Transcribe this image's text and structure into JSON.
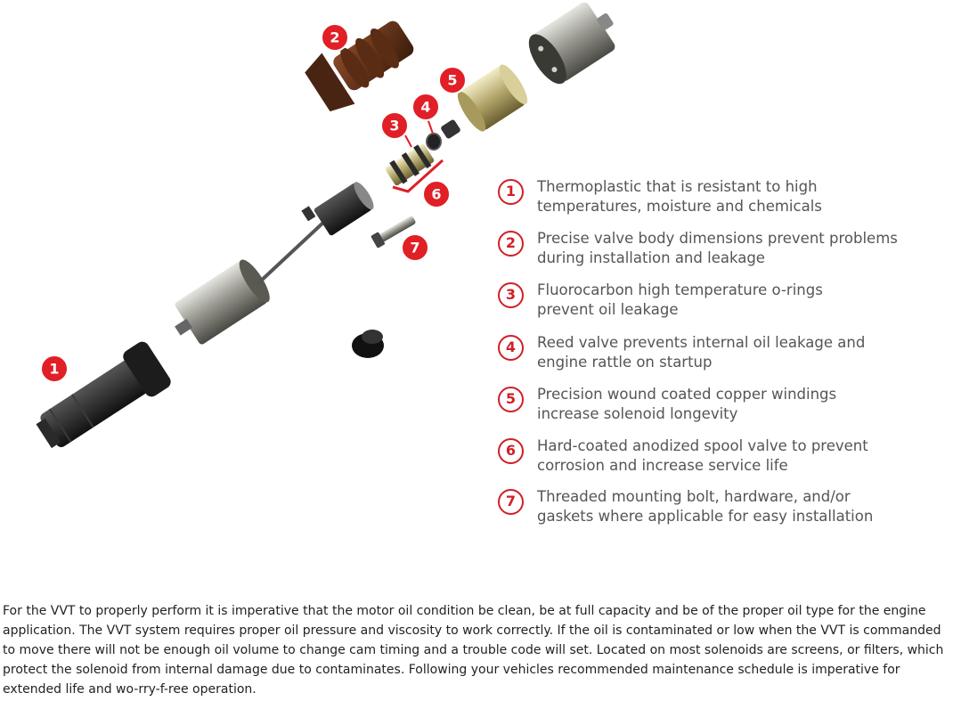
{
  "markers": [
    "1",
    "2",
    "3",
    "4",
    "5",
    "6",
    "7"
  ],
  "legend": [
    {
      "number": "1",
      "text_line1": "Thermoplastic that is resistant to high",
      "text_line2": "temperatures, moisture and chemicals"
    },
    {
      "number": "2",
      "text_line1": "Precise valve body dimensions prevent problems",
      "text_line2": "during installation and leakage"
    },
    {
      "number": "3",
      "text_line1": "Fluorocarbon high temperature o-rings",
      "text_line2": "prevent oil leakage"
    },
    {
      "number": "4",
      "text_line1": "Reed valve prevents internal oil leakage and",
      "text_line2": "engine rattle on startup"
    },
    {
      "number": "5",
      "text_line1": "Precision wound coated copper windings",
      "text_line2": "increase solenoid longevity"
    },
    {
      "number": "6",
      "text_line1": "Hard-coated anodized spool valve to prevent",
      "text_line2": "corrosion and increase service life"
    },
    {
      "number": "7",
      "text_line1": "Threaded mounting bolt, hardware, and/or",
      "text_line2": "gaskets where applicable for easy installation"
    }
  ],
  "description": "For the VVT to properly perform it is imperative that the motor oil condition be clean, be at full capacity and be of the proper oil type for the engine application. The VVT system requires proper oil pressure and viscosity to work correctly. If the oil is contaminated or low when the VVT is commanded to move there will not be enough oil volume to change cam timing and a trouble code will set. Located on most solenoids are screens, or filters, which protect the solenoid from internal damage due to contaminates. Following your vehicles recommended maintenance schedule is imperative for extended life and wo-rry-f-ree operation.",
  "colors": {
    "accent_red": "#e01f26",
    "legend_text": "#555555",
    "body_text": "#222222"
  }
}
